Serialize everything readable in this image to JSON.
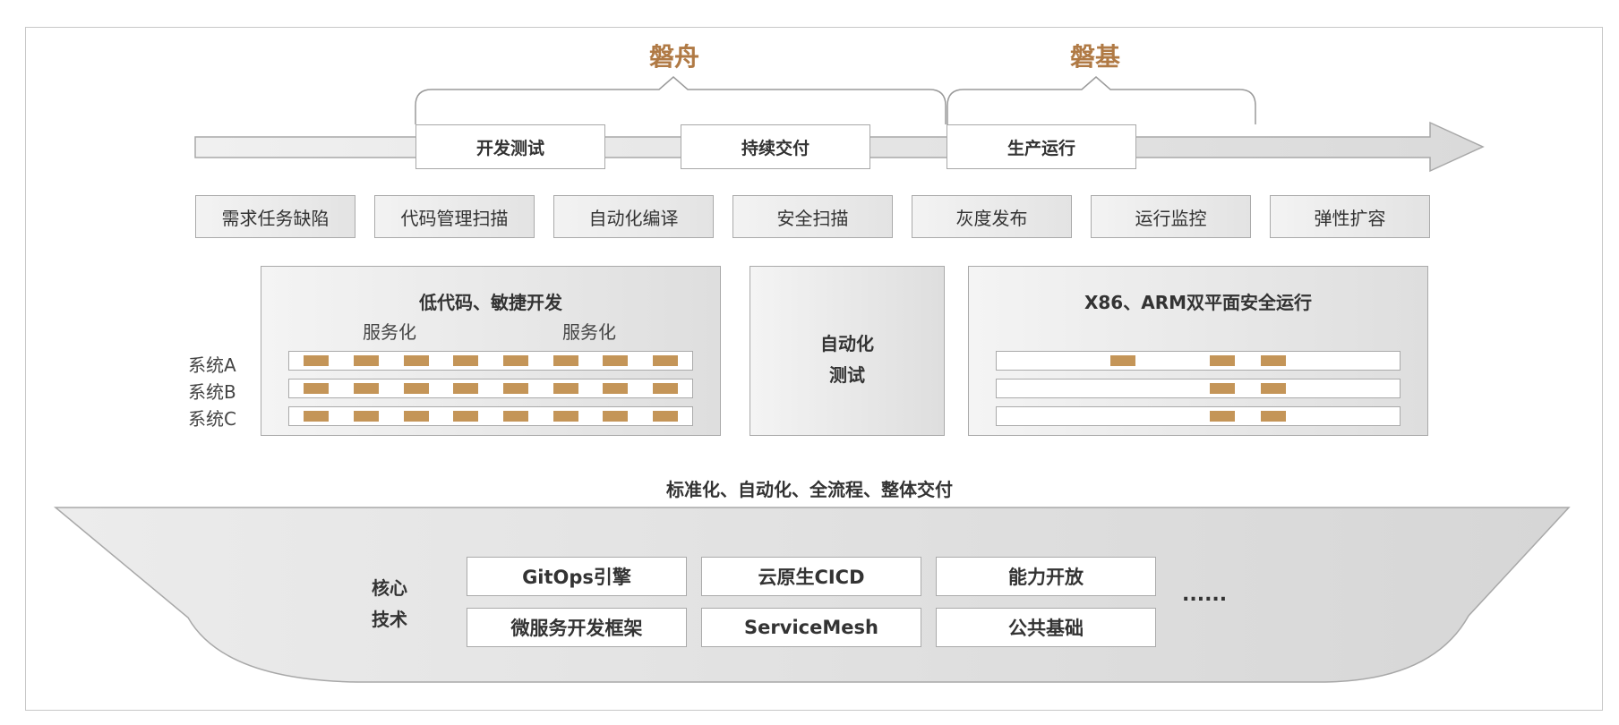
{
  "brands": {
    "left": "磐舟",
    "right": "磐基"
  },
  "phases": [
    "开发测试",
    "持续交付",
    "生产运行"
  ],
  "steps": [
    "需求任务缺陷",
    "代码管理扫描",
    "自动化编译",
    "安全扫描",
    "灰度发布",
    "运行监控",
    "弹性扩容"
  ],
  "lowcode": {
    "title": "低代码、敏捷开发",
    "service_labels": [
      "服务化",
      "服务化"
    ],
    "systems": [
      "系统A",
      "系统B",
      "系统C"
    ]
  },
  "autotest": {
    "line1": "自动化",
    "line2": "测试"
  },
  "runtime": {
    "title": "X86、ARM双平面安全运行"
  },
  "slogan": "标准化、自动化、全流程、整体交付",
  "core": {
    "label_line1": "核心",
    "label_line2": "技术",
    "items": [
      "GitOps引擎",
      "云原生CICD",
      "能力开放",
      "微服务开发框架",
      "ServiceMesh",
      "公共基础"
    ],
    "more": "......"
  },
  "colors": {
    "accent": "#b07a45",
    "chip": "#c49558",
    "panel": "#e6e6e6",
    "border": "#aaaaaa"
  }
}
